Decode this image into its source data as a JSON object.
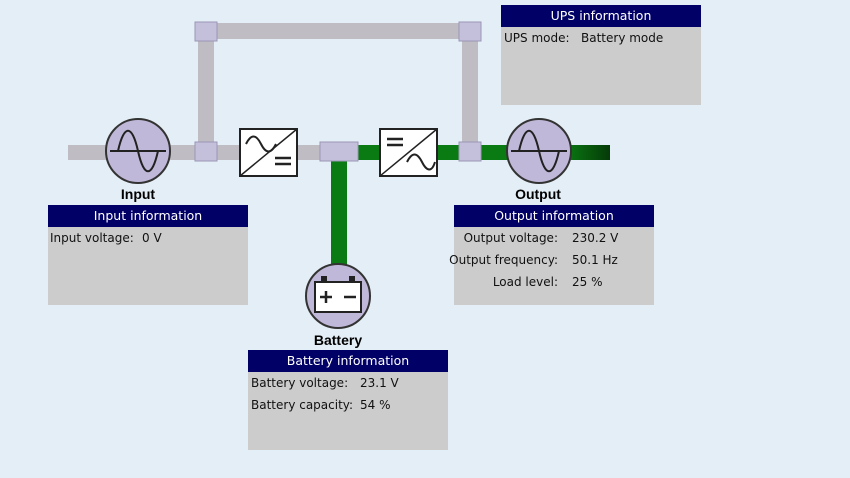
{
  "colors": {
    "background": "#e4eef6",
    "inactive_line": "#c0bcc4",
    "active_line": "#0a7a12",
    "connector": "#c4c0dc",
    "panel_header": "#000066",
    "panel_body": "#cccccc"
  },
  "nodes": {
    "input_label": "Input",
    "output_label": "Output",
    "battery_label": "Battery"
  },
  "icons": {
    "input": "ac-sine-icon",
    "output": "ac-sine-icon",
    "rectifier": "ac-to-dc-converter-icon",
    "inverter": "dc-to-ac-converter-icon",
    "battery": "battery-icon"
  },
  "ups_panel": {
    "title": "UPS information",
    "mode_label": "UPS mode:",
    "mode_value": "Battery mode"
  },
  "input_panel": {
    "title": "Input information",
    "voltage_label": "Input voltage:",
    "voltage_value": "0 V"
  },
  "output_panel": {
    "title": "Output information",
    "voltage_label": "Output voltage:",
    "voltage_value": "230.2 V",
    "frequency_label": "Output frequency:",
    "frequency_value": "50.1 Hz",
    "load_label": "Load level:",
    "load_value": "25 %"
  },
  "battery_panel": {
    "title": "Battery information",
    "voltage_label": "Battery voltage:",
    "voltage_value": "23.1 V",
    "capacity_label": "Battery capacity:",
    "capacity_value": "54 %"
  }
}
